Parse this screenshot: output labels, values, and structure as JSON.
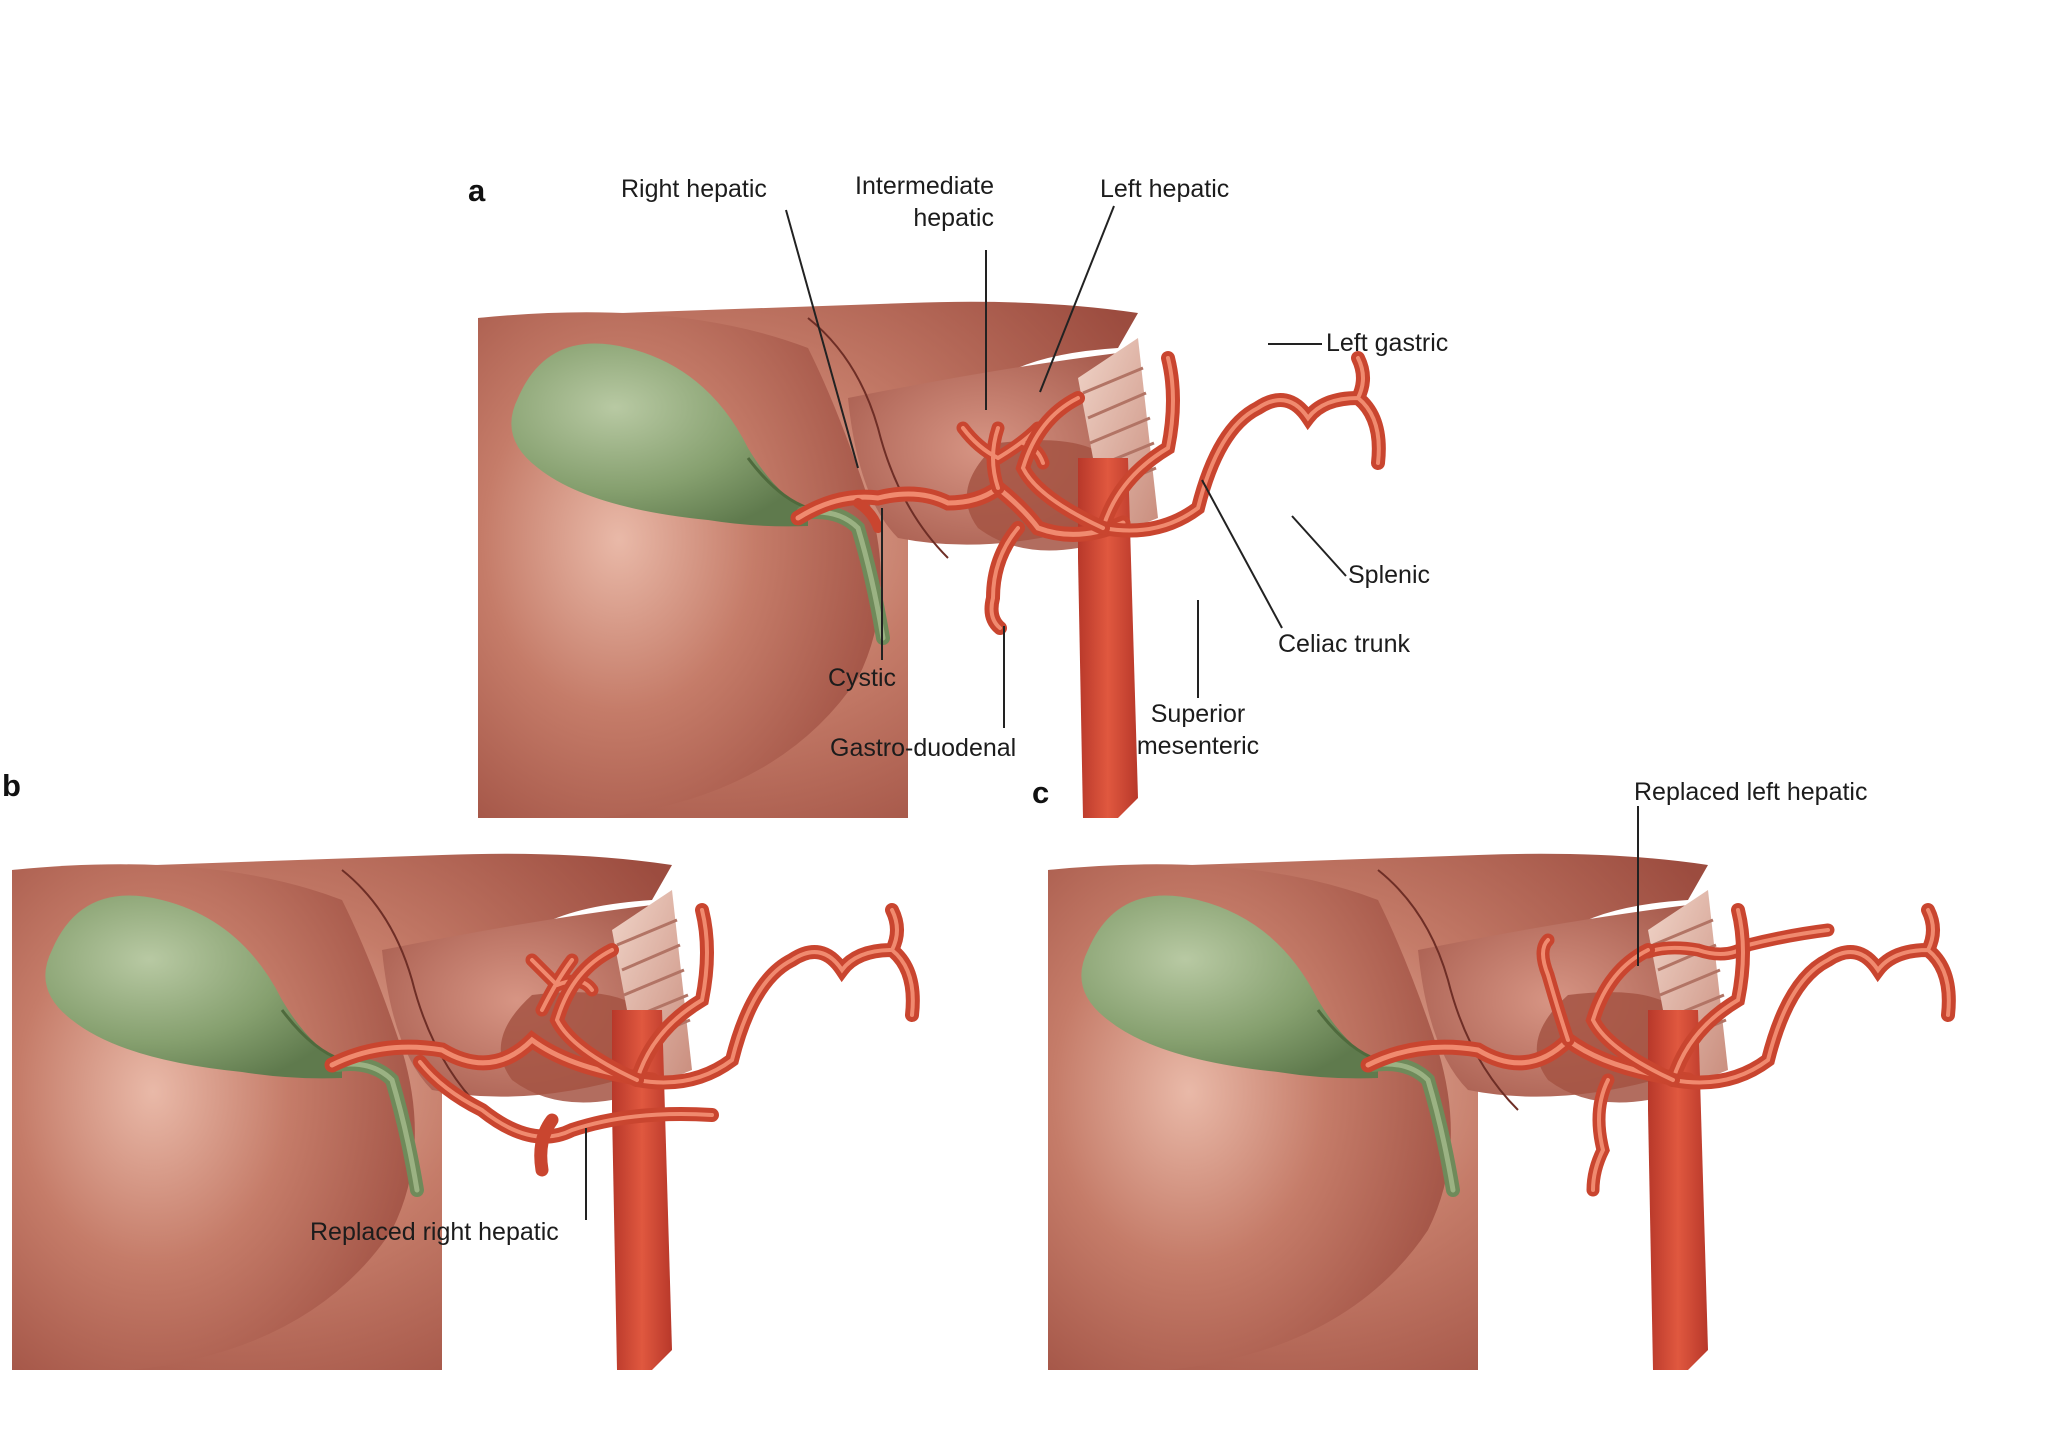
{
  "panels": {
    "a": {
      "letter": "a",
      "labels": {
        "right_hepatic": "Right hepatic",
        "intermediate_hepatic": [
          "Intermediate",
          "hepatic"
        ],
        "left_hepatic": "Left hepatic",
        "left_gastric": "Left gastric",
        "splenic": "Splenic",
        "celiac_trunk": "Celiac trunk",
        "cystic": "Cystic",
        "gastro_duodenal": "Gastro-duodenal",
        "superior_mesenteric": [
          "Superior",
          "mesenteric"
        ]
      }
    },
    "b": {
      "letter": "b",
      "labels": {
        "replaced_right_hepatic": "Replaced right hepatic"
      }
    },
    "c": {
      "letter": "c",
      "labels": {
        "replaced_left_hepatic": "Replaced left hepatic"
      }
    }
  },
  "colors": {
    "liver": "#a9594a",
    "liver_light": "#e6b0a0",
    "gallbladder": "#7f9769",
    "artery": "#d8503a",
    "artery_dark": "#b3352a",
    "leader": "#222222"
  }
}
